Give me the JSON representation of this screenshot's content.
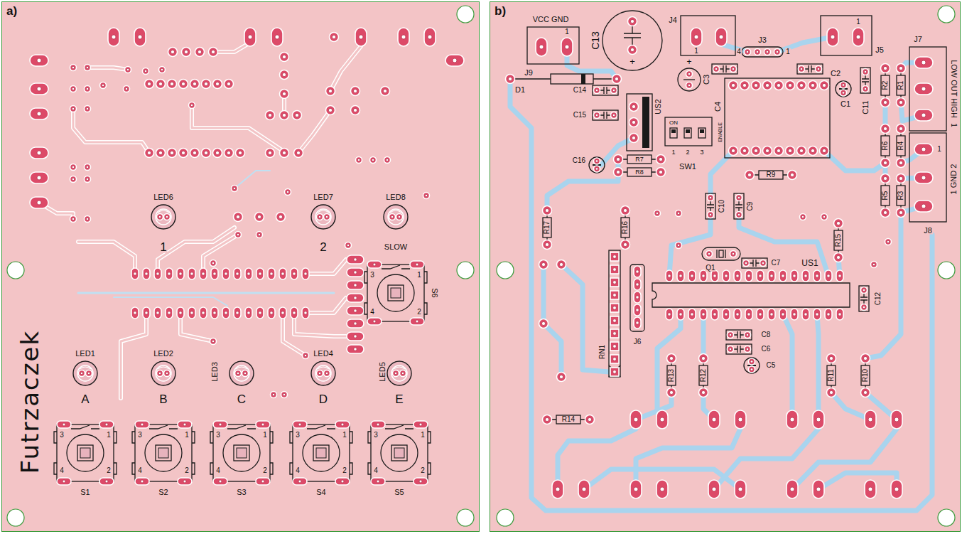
{
  "diagram": {
    "nodes": [
      {
        "text": [
          "a)"
        ]
      },
      {
        "text": [
          "b)"
        ]
      }
    ],
    "labels": [
      "LED6",
      "1",
      "LED7",
      "2",
      "LED8",
      "SLOW",
      "S6",
      "3",
      "1",
      "4",
      "2",
      "Futrzaczek",
      "LED1",
      "LED2",
      "LED3",
      "LED4",
      "LED5",
      "A",
      "B",
      "C",
      "D",
      "E",
      "3",
      "1",
      "4",
      "2",
      "S1",
      "3",
      "1",
      "4",
      "2",
      "S2",
      "3",
      "1",
      "4",
      "2",
      "S3",
      "3",
      "1",
      "4",
      "2",
      "S4",
      "3",
      "1",
      "4",
      "2",
      "S5",
      "VCC GND",
      "1",
      "J9",
      "D1",
      "C13",
      "+",
      "+",
      "J4",
      "1",
      "4",
      "1",
      "J3",
      "1",
      "J5",
      "J7",
      "LOW OUT HIGH",
      "1",
      "C3",
      "C2",
      "C4",
      "C1",
      "C11",
      "R2",
      "R1",
      "1",
      "1 GND 2",
      "R6",
      "R4",
      "R5",
      "R3",
      "J8",
      "US2",
      "C14",
      "C15",
      "ON",
      "ENABLE",
      "1",
      "2",
      "3",
      "SW1",
      "C16",
      "R7",
      "R8",
      "R9",
      "C10",
      "C9",
      "R17",
      "R16",
      "Q1",
      "R15",
      "C7",
      "US1",
      "RN1",
      "J6",
      "C12",
      "C8",
      "C6",
      "C5",
      "R13",
      "R12",
      "R11",
      "R10",
      "R14"
    ]
  }
}
